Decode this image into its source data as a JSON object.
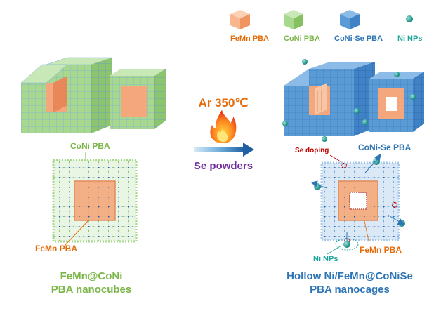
{
  "legend": {
    "items": [
      {
        "label": "FeMn PBA",
        "color": "#f4a67c"
      },
      {
        "label": "CoNi PBA",
        "color": "#a3d48a"
      },
      {
        "label": "CoNi-Se PBA",
        "color": "#5b9bd5"
      },
      {
        "label": "Ni NPs",
        "color": "#1aa69a"
      }
    ]
  },
  "left": {
    "shell_label": "CoNi PBA",
    "core_label": "FeMn PBA",
    "caption_line1": "FeMn@CoNi",
    "caption_line2": "PBA nanocubes"
  },
  "process": {
    "temperature": "Ar 350℃",
    "reagent": "Se powders"
  },
  "right": {
    "shell_label": "CoNi-Se PBA",
    "doping_label": "Se doping",
    "np_label": "Ni NPs",
    "core_label": "FeMn PBA",
    "caption_line1": "Hollow Ni/FeMn@CoNiSe",
    "caption_line2": "PBA nanocages"
  },
  "colors": {
    "green_text": "#7ab648",
    "blue_text": "#2e75b6",
    "orange_text": "#e46c0a",
    "purple_text": "#7030a0",
    "red_text": "#c00000",
    "teal_text": "#1aa69a"
  }
}
